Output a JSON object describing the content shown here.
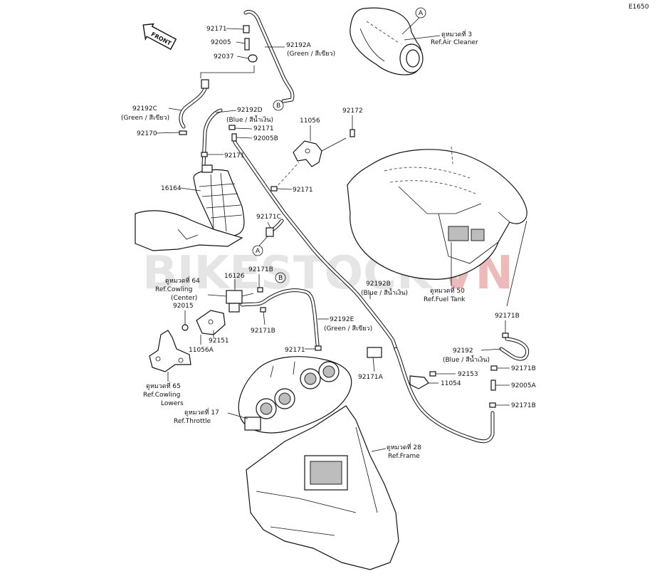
{
  "diagram_id": "E1650",
  "front_label": "FRONT",
  "watermark": {
    "part1": "BIKESTOCK",
    "part2": "VN"
  },
  "callouts": {
    "a": "A",
    "b": "B"
  },
  "refs": {
    "air_cleaner": {
      "thai": "ดูหมวดที่ 3",
      "en": "Ref.Air Cleaner"
    },
    "fuel_tank": {
      "thai": "ดูหมวดที่ 50",
      "en": "Ref.Fuel Tank"
    },
    "cowling_center": {
      "thai": "ดูหมวดที่ 64",
      "en": "Ref.Cowling",
      "sub": "(Center)"
    },
    "cowling_lowers": {
      "thai": "ดูหมวดที่ 65",
      "en": "Ref.Cowling",
      "sub": "Lowers"
    },
    "throttle": {
      "thai": "ดูหมวดที่ 17",
      "en": "Ref.Throttle"
    },
    "frame": {
      "thai": "ดูหมวดที่ 28",
      "en": "Ref.Frame"
    }
  },
  "parts": {
    "p92171_top": "92171",
    "p92005": "92005",
    "p92037": "92037",
    "p92192A": "92192A",
    "p92192A_color": "(Green / สีเขียว)",
    "p92192C": "92192C",
    "p92192C_color": "(Green / สีเขียว)",
    "p92192D": "92192D",
    "p92192D_color": "(Blue / สีน้ำเงิน)",
    "p92171_d": "92171",
    "p92005B": "92005B",
    "p11056": "11056",
    "p92172": "92172",
    "p92170": "92170",
    "p92171_mid": "92171",
    "p16164": "16164",
    "p92171_r": "92171",
    "p92171C": "92171C",
    "p92171B_1": "92171B",
    "p16126": "16126",
    "p92015": "92015",
    "p92151": "92151",
    "p11056A": "11056A",
    "p92171B_2": "92171B",
    "p92192B": "92192B",
    "p92192B_color": "(Blue / สีน้ำเงิน)",
    "p92192E": "92192E",
    "p92192E_color": "(Green / สีเขียว)",
    "p92171_t": "92171",
    "p92171A": "92171A",
    "p92153": "92153",
    "p11054": "11054",
    "p92171B_3": "92171B",
    "p92192": "92192",
    "p92192_color": "(Blue / สีน้ำเงิน)",
    "p92171B_4": "92171B",
    "p92005A": "92005A",
    "p92171B_5": "92171B"
  }
}
